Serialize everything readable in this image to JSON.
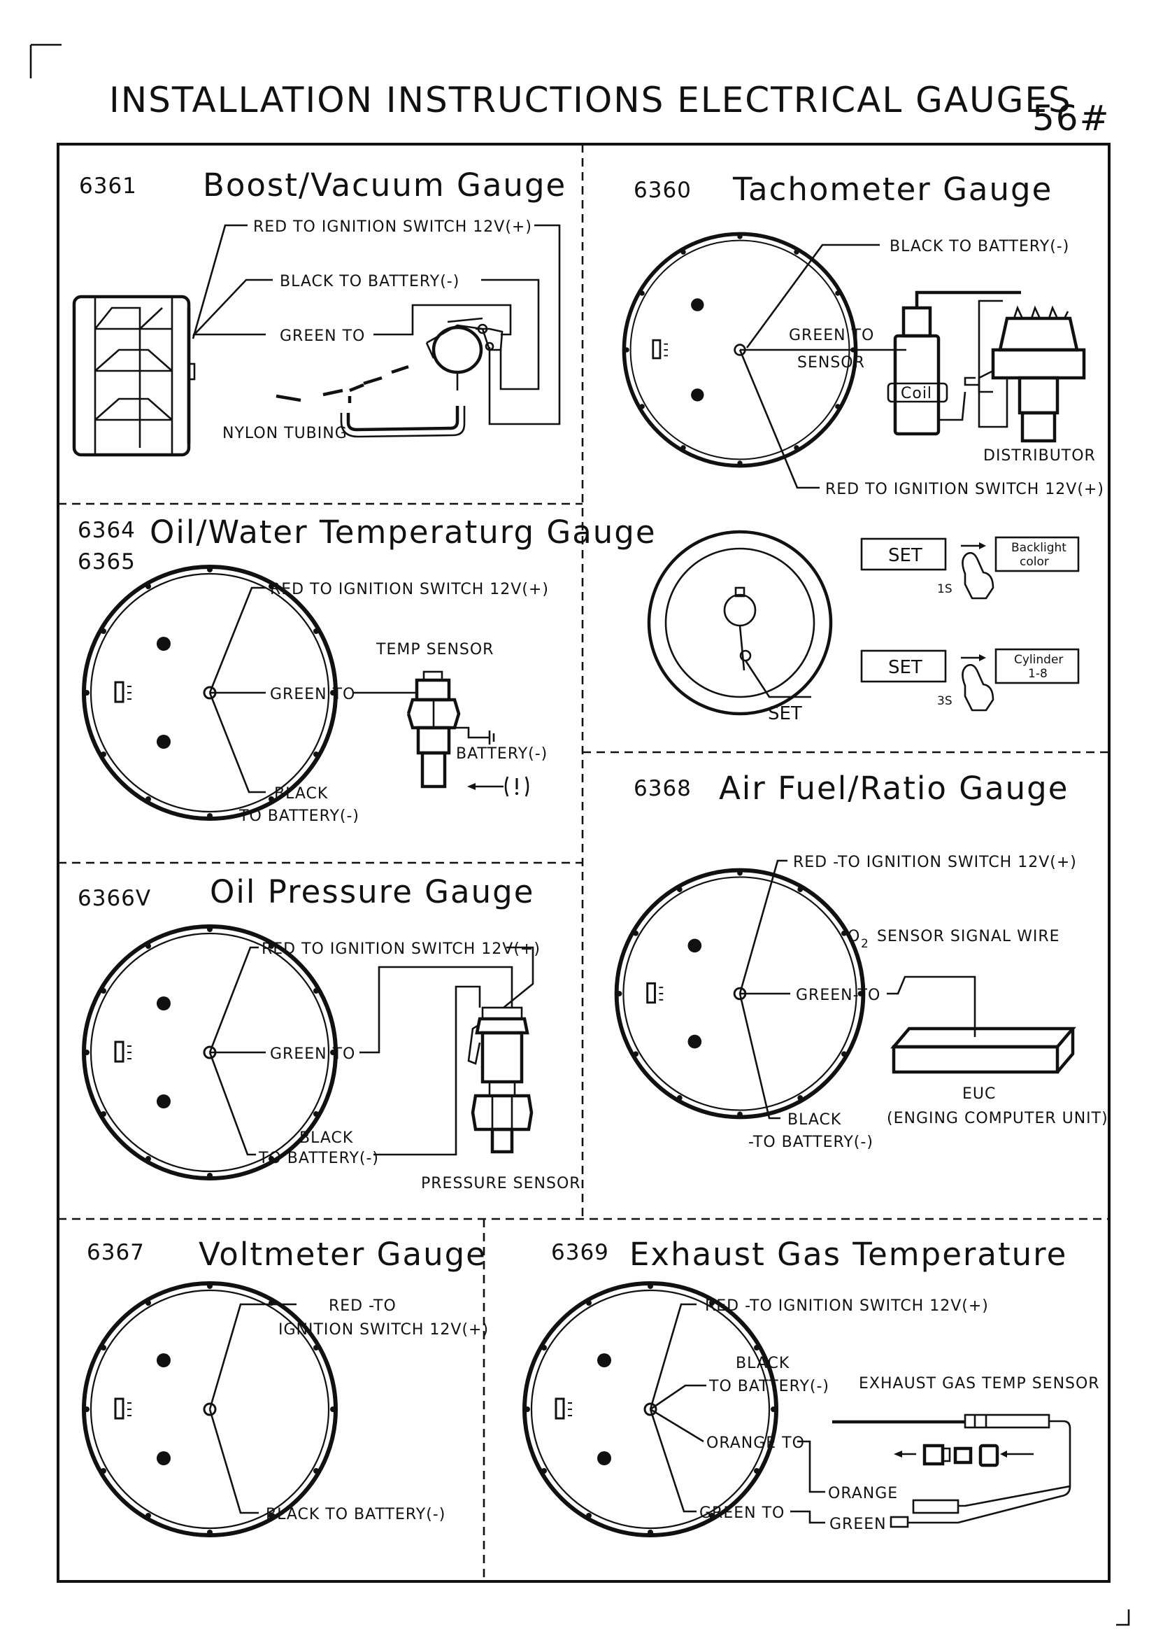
{
  "page": {
    "title": "INSTALLATION INSTRUCTIONS ELECTRICAL GAUGES",
    "page_number": "56#"
  },
  "panels": {
    "boost": {
      "model": "6361",
      "title": "Boost/Vacuum Gauge",
      "labels": [
        "RED   TO IGNITION SWITCH 12V(+)",
        "BLACK   TO BATTERY(-)",
        "GREEN TO",
        "NYLON TUBING"
      ]
    },
    "tach": {
      "model": "6360",
      "title": "Tachometer Gauge",
      "labels": [
        "BLACK  TO BATTERY(-)",
        "GREEN TO",
        "SENSOR",
        "Coil",
        "DISTRIBUTOR",
        "RED   TO IGNITION SWITCH 12V(+)"
      ],
      "set_labels": [
        "SET",
        "SET",
        "SET"
      ],
      "set_notes": [
        "Backlight",
        "color",
        "Cylinder",
        "1-8",
        "1S",
        "3S"
      ]
    },
    "temp": {
      "models": [
        "6364",
        "6365"
      ],
      "title": "Oil/Water Temperaturg Gauge",
      "labels": [
        "RED TO IGNITION SWITCH 12V(+)",
        "TEMP SENSOR",
        "GREEN TO",
        "BATTERY(-)",
        "BLACK",
        "TO BATTERY(-)"
      ]
    },
    "afr": {
      "model": "6368",
      "title": "Air Fuel/Ratio Gauge",
      "labels": [
        "RED -TO IGNITION SWITCH 12V(+)",
        "O",
        "2",
        "SENSOR SIGNAL WIRE",
        "GREEN-TO",
        "EUC",
        "BLACK",
        "-TO BATTERY(-)",
        "(ENGING COMPUTER UNIT)"
      ]
    },
    "oil": {
      "model": "6366V",
      "title": "Oil Pressure Gauge",
      "labels": [
        "RED TO IGNITION SWITCH 12V(+)",
        "GREEN TO",
        "BLACK",
        "TO BATTERY(-)",
        "PRESSURE SENSOR"
      ]
    },
    "volt": {
      "model": "6367",
      "title": "Voltmeter Gauge",
      "labels": [
        "RED -TO",
        "IGNITION SWITCH 12V(+)",
        "BLACK  TO BATTERY(-)"
      ]
    },
    "egt": {
      "model": "6369",
      "title": "Exhaust Gas Temperature",
      "labels": [
        "RED -TO IGNITION SWITCH 12V(+)",
        "BLACK",
        "TO BATTERY(-)",
        "EXHAUST GAS TEMP SENSOR",
        "ORANGE TO",
        "ORANGE",
        "GREEN TO",
        "GREEN"
      ]
    }
  }
}
